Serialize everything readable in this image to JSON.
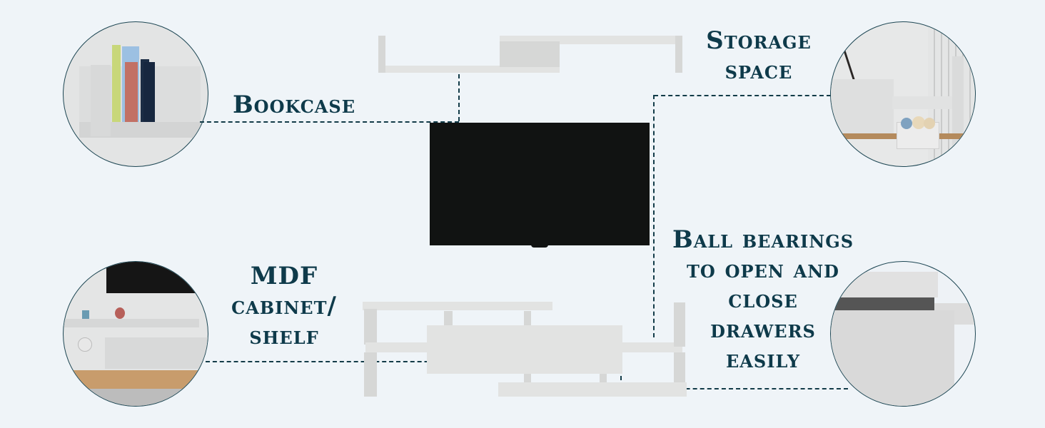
{
  "labels": {
    "bookcase": "Bookcase",
    "storage": [
      "Storage",
      "space"
    ],
    "mdf": [
      "MDF",
      "cabinet/",
      "shelf"
    ],
    "bearings": [
      "Ball bearings",
      "to open and",
      "close",
      "drawers",
      "easily"
    ]
  },
  "colors": {
    "background": "#eff4f8",
    "text": "#0e3a4a",
    "dashed_line": "#123b48",
    "furniture": "#e2e3e2",
    "tv": "#111312"
  },
  "images": {
    "top_left_circle": "bookcase-detail-image",
    "top_right_circle": "storage-space-detail-image",
    "bottom_left_circle": "mdf-cabinet-detail-image",
    "bottom_right_circle": "drawer-detail-image",
    "center": "tv-stand-with-wall-shelf-image"
  }
}
